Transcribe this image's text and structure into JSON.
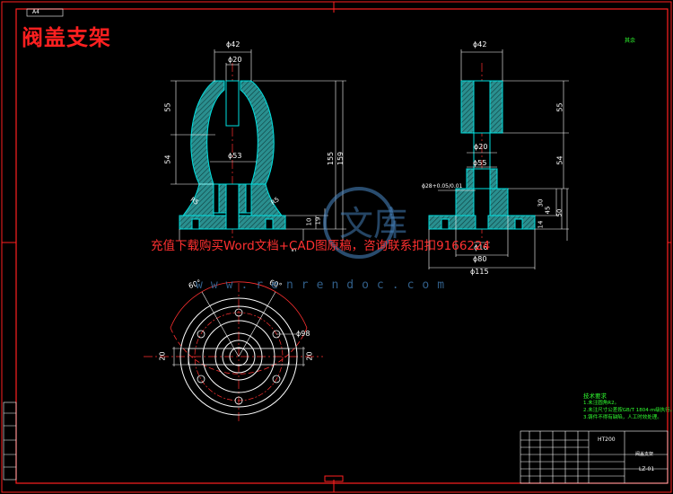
{
  "title": "阀盖支架",
  "sheet_size": "A4",
  "watermark_ad": "充值下载购买Word文档+CAD图原稿，咨询联系扣扣9166224",
  "watermark_url": "www.renrendoc.com",
  "watermark_logo_char": "文库",
  "green_note": "其余",
  "technical_requirements": {
    "heading": "技术要求",
    "lines": [
      "1.未注圆角R2。",
      "2.未注尺寸公差按GB/T 1804-m级执行。",
      "3.铸件不得有缺陷，人工时效处理。"
    ]
  },
  "title_block": {
    "material": "HT200",
    "part_name": "阀盖支架",
    "drawing_code": "LZ-01"
  },
  "front_view_dims": {
    "d_top_outer": "ϕ42",
    "d_top_inner": "ϕ20",
    "h_upper": "55",
    "h_lower": "54",
    "d_mid": "ϕ53",
    "h_total_a": "155",
    "h_total_b": "159",
    "r_left": "R5",
    "r_right": "R5",
    "base_h1": "10",
    "base_h2": "19",
    "base_offset": "5"
  },
  "side_view_dims": {
    "d_top": "ϕ42",
    "h_upper": "55",
    "d_neck": "ϕ20",
    "h_lower": "54",
    "d_collar": "ϕ55",
    "d_fit": "ϕ28+0.05/0.01",
    "d_bottom_inner": "ϕ16",
    "d_base": "ϕ80",
    "d_flange": "ϕ115",
    "h_30": "30",
    "h_45": "45",
    "h_50": "50",
    "h_14": "14"
  },
  "top_view_dims": {
    "angle_left": "60°",
    "angle_right": "60°",
    "d_bolt": "ϕ98",
    "w_left": "20",
    "w_right": "20"
  }
}
